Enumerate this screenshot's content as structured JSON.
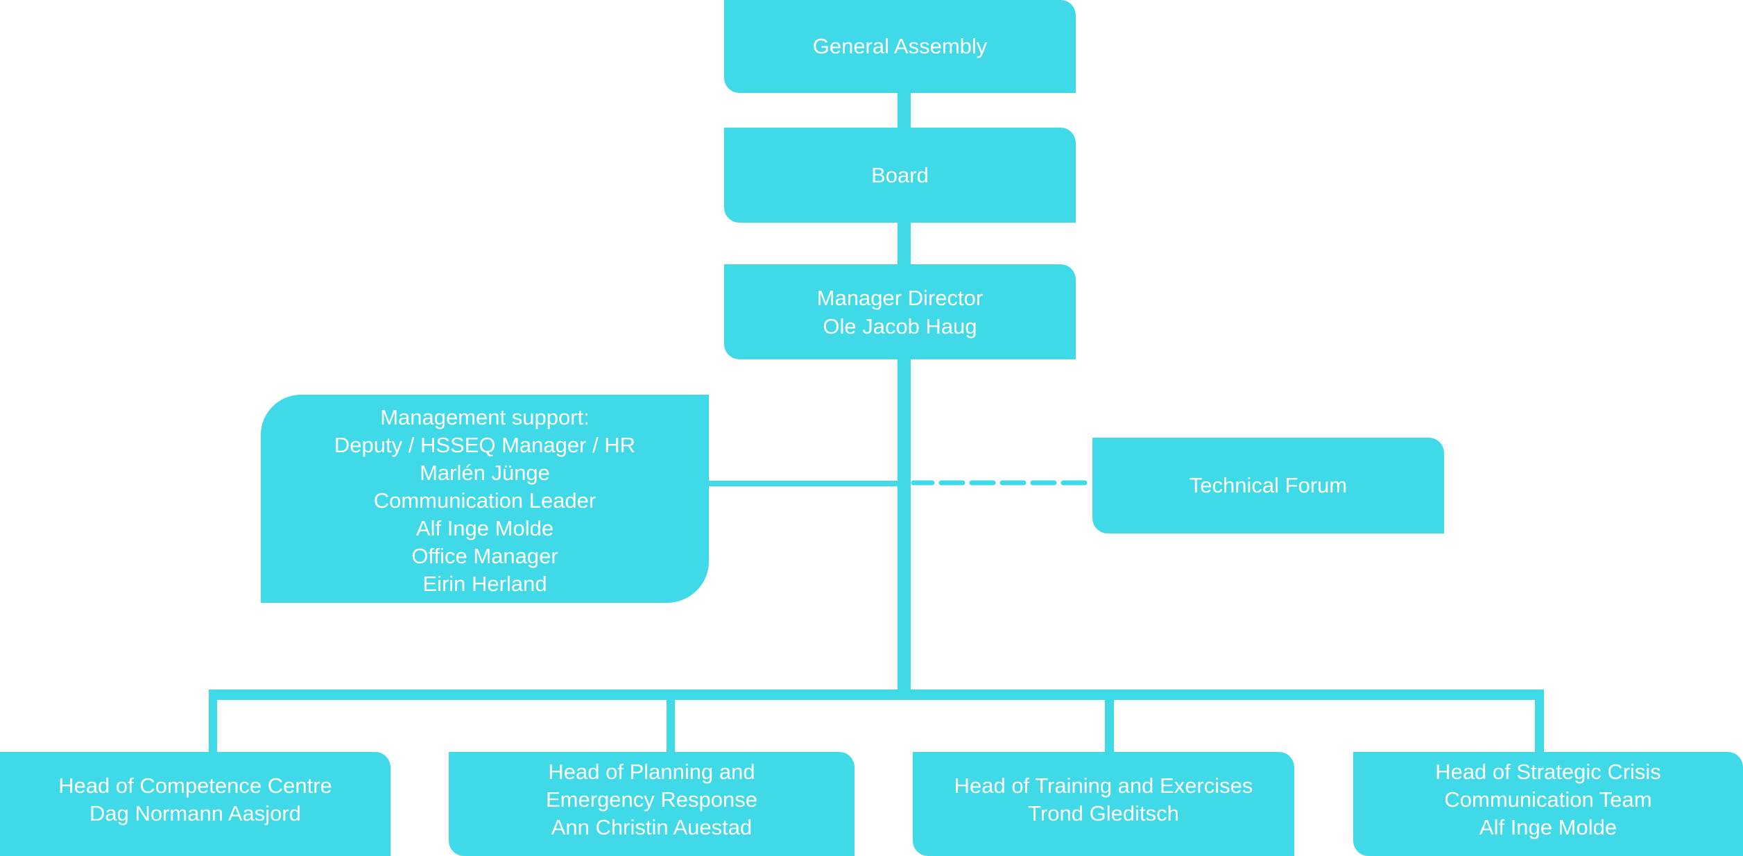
{
  "theme": {
    "box_color": "#40D9E8",
    "text_color": "#FFFFFF",
    "background": "#FFFFFF"
  },
  "nodes": {
    "general_assembly": {
      "lines": [
        "General Assembly"
      ]
    },
    "board": {
      "lines": [
        "Board"
      ]
    },
    "managing_director": {
      "lines": [
        "Manager Director",
        "Ole Jacob Haug"
      ]
    },
    "management_support": {
      "lines": [
        "Management support:",
        "Deputy / HSSEQ Manager / HR",
        "Marlén Jünge",
        "Communication Leader",
        "Alf Inge Molde",
        "Office Manager",
        "Eirin Herland"
      ]
    },
    "technical_forum": {
      "lines": [
        "Technical Forum"
      ]
    },
    "departments": [
      {
        "lines": [
          "Head of Competence Centre",
          "Dag Normann Aasjord"
        ]
      },
      {
        "lines": [
          "Head of Planning and",
          "Emergency Response",
          "Ann Christin Auestad"
        ]
      },
      {
        "lines": [
          "Head of Training and Exercises",
          "Trond Gleditsch"
        ]
      },
      {
        "lines": [
          "Head of Strategic Crisis",
          "Communication Team",
          "Alf Inge Molde"
        ]
      }
    ]
  },
  "edges": [
    {
      "from": "general_assembly",
      "to": "board",
      "style": "solid"
    },
    {
      "from": "board",
      "to": "managing_director",
      "style": "solid"
    },
    {
      "from": "managing_director",
      "to": "management_support",
      "style": "solid"
    },
    {
      "from": "managing_director",
      "to": "technical_forum",
      "style": "dashed"
    },
    {
      "from": "managing_director",
      "to": "departments.0",
      "style": "solid"
    },
    {
      "from": "managing_director",
      "to": "departments.1",
      "style": "solid"
    },
    {
      "from": "managing_director",
      "to": "departments.2",
      "style": "solid"
    },
    {
      "from": "managing_director",
      "to": "departments.3",
      "style": "solid"
    }
  ]
}
